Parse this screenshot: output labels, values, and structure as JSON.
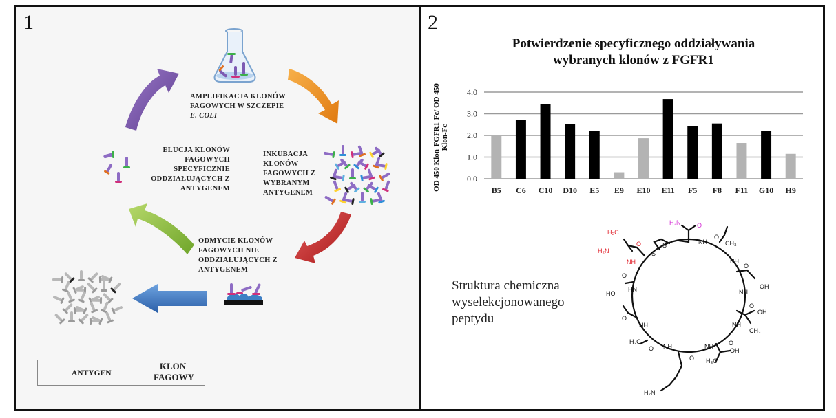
{
  "panels": {
    "left": {
      "number": "1",
      "steps": {
        "amplification": {
          "line1": "AMPLIFIKACJA  KLONÓW",
          "line2": "FAGOWYCH  W SZCZEPIE",
          "line3": "E. COLI"
        },
        "incubation": {
          "line1": "INKUBACJA",
          "line2": "KLONÓW",
          "line3": "FAGOWYCH   Z",
          "line4": "WYBRANYM",
          "line5": "ANTYGENEM"
        },
        "washing": {
          "line1": "ODMYCIE  KLONÓW",
          "line2": "FAGOWYCH   NIE",
          "line3": "ODDZIAŁUJĄCYCH  Z",
          "line4": "ANTYGENEM"
        },
        "elution": {
          "line1": "ELUCJA KLONÓW",
          "line2": "FAGOWYCH",
          "line3": "SPECYFICZNIE",
          "line4": "ODDZIAŁUJĄCYCH  Z",
          "line5": "ANTYGENEM"
        }
      },
      "arrows": [
        {
          "name": "purple-arrow",
          "color": "#7b55a8"
        },
        {
          "name": "orange-arrow",
          "color": "#f08a1c"
        },
        {
          "name": "red-arrow",
          "color": "#c62a2a"
        },
        {
          "name": "green-arrow",
          "color": "#8cbf3f"
        },
        {
          "name": "blue-arrow",
          "color": "#3e79c4"
        }
      ],
      "legend": {
        "antigen_label": "ANTYGEN",
        "clone_label_line1": "KLON",
        "clone_label_line2": "FAGOWY"
      }
    },
    "right": {
      "number": "2",
      "peptide_label": {
        "line1": "Struktura chemiczna",
        "line2": "wyselekcjonowanego",
        "line3": "peptydu"
      }
    }
  },
  "chart_data": {
    "type": "bar",
    "title": "Potwierdzenie specyficznego oddziaływania wybranych klonów z FGFR1",
    "title_line1": "Potwierdzenie specyficznego oddziaływania",
    "title_line2": "wybranych klonów z FGFR1",
    "xlabel": "",
    "ylabel": "OD 450 Klon-FGFR1-Fc/ OD 450 Klon-Fc",
    "ylabel_line1": "OD 450 Klon-FGFR1-Fc/ OD 450",
    "ylabel_line2": "Klon-Fc",
    "ylim": [
      0,
      4.0
    ],
    "yticks": [
      "0.0",
      "1.0",
      "2.0",
      "3.0",
      "4.0"
    ],
    "grid": true,
    "categories": [
      "B5",
      "C6",
      "C10",
      "D10",
      "E5",
      "E9",
      "E10",
      "E11",
      "F5",
      "F8",
      "F11",
      "G10",
      "H9"
    ],
    "values": [
      2.0,
      2.7,
      3.45,
      2.53,
      2.2,
      0.3,
      1.87,
      3.68,
      2.42,
      2.55,
      1.65,
      2.22,
      1.15
    ],
    "highlight": [
      false,
      true,
      true,
      true,
      true,
      false,
      false,
      true,
      true,
      true,
      false,
      true,
      false
    ],
    "colors": {
      "highlight": "#000000",
      "normal": "#b3b3b3",
      "grid": "#9a9a9a"
    }
  },
  "molecule": {
    "labels": {
      "nh2_red": "H₂N",
      "h3c_red": "H₃C",
      "nh_red": "NH",
      "o_red": "O",
      "h2n_magenta": "H₂N",
      "o_magenta": "O",
      "s1": "S",
      "s2": "S",
      "nh": "NH",
      "o": "O",
      "ch3": "CH₃",
      "h3c": "H₃C",
      "oh": "OH",
      "ho": "HO",
      "hn": "HN",
      "h2n": "H₂N"
    }
  }
}
